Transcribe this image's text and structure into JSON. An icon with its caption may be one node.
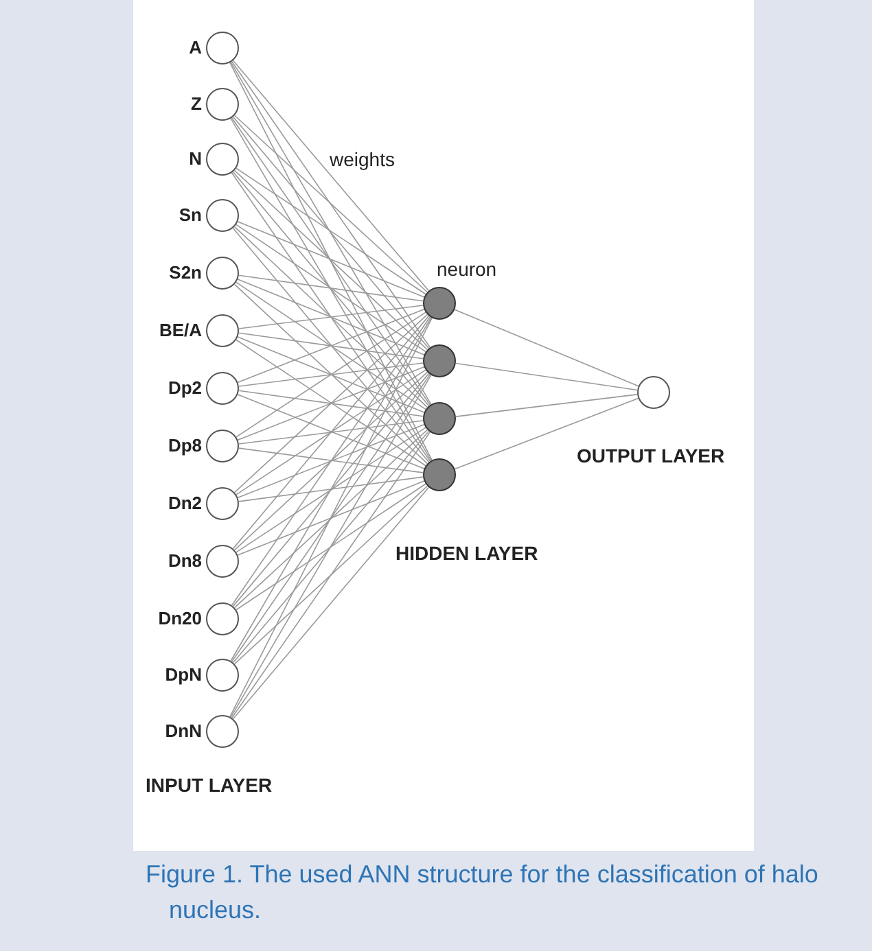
{
  "diagram": {
    "caption": "Figure 1. The used ANN structure for the classification of halo nucleus.",
    "nodes": [
      {
        "text": [
          "A"
        ]
      },
      {
        "text": [
          "Z"
        ]
      },
      {
        "text": [
          "N"
        ]
      },
      {
        "text": [
          "Sn"
        ]
      },
      {
        "text": [
          "S2n"
        ]
      },
      {
        "text": [
          "BE/A"
        ]
      },
      {
        "text": [
          "Dp2"
        ]
      },
      {
        "text": [
          "Dp8"
        ]
      },
      {
        "text": [
          "Dn2"
        ]
      },
      {
        "text": [
          "Dn8"
        ]
      },
      {
        "text": [
          "Dn20"
        ]
      },
      {
        "text": [
          "DpN"
        ]
      },
      {
        "text": [
          "DnN"
        ]
      },
      {
        "text": [],
        "shape": "circle"
      },
      {
        "text": [],
        "shape": "circle"
      },
      {
        "text": [],
        "shape": "circle"
      },
      {
        "text": [],
        "shape": "circle"
      },
      {
        "text": [],
        "shape": "circle"
      }
    ],
    "edges": [
      {
        "from": 0,
        "to": 13,
        "arrow": "none"
      },
      {
        "from": 0,
        "to": 14,
        "arrow": "none"
      },
      {
        "from": 0,
        "to": 15,
        "arrow": "none"
      },
      {
        "from": 0,
        "to": 16,
        "arrow": "none"
      },
      {
        "from": 1,
        "to": 13,
        "arrow": "none"
      },
      {
        "from": 1,
        "to": 14,
        "arrow": "none"
      },
      {
        "from": 1,
        "to": 15,
        "arrow": "none"
      },
      {
        "from": 1,
        "to": 16,
        "arrow": "none"
      },
      {
        "from": 2,
        "to": 13,
        "arrow": "none"
      },
      {
        "from": 2,
        "to": 14,
        "arrow": "none"
      },
      {
        "from": 2,
        "to": 15,
        "arrow": "none"
      },
      {
        "from": 2,
        "to": 16,
        "arrow": "none"
      },
      {
        "from": 3,
        "to": 13,
        "arrow": "none"
      },
      {
        "from": 3,
        "to": 14,
        "arrow": "none"
      },
      {
        "from": 3,
        "to": 15,
        "arrow": "none"
      },
      {
        "from": 3,
        "to": 16,
        "arrow": "none"
      },
      {
        "from": 4,
        "to": 13,
        "arrow": "none"
      },
      {
        "from": 4,
        "to": 14,
        "arrow": "none"
      },
      {
        "from": 4,
        "to": 15,
        "arrow": "none"
      },
      {
        "from": 4,
        "to": 16,
        "arrow": "none"
      },
      {
        "from": 5,
        "to": 13,
        "arrow": "none"
      },
      {
        "from": 5,
        "to": 14,
        "arrow": "none"
      },
      {
        "from": 5,
        "to": 15,
        "arrow": "none"
      },
      {
        "from": 5,
        "to": 16,
        "arrow": "none"
      },
      {
        "from": 6,
        "to": 13,
        "arrow": "none"
      },
      {
        "from": 6,
        "to": 14,
        "arrow": "none"
      },
      {
        "from": 6,
        "to": 15,
        "arrow": "none"
      },
      {
        "from": 6,
        "to": 16,
        "arrow": "none"
      },
      {
        "from": 7,
        "to": 13,
        "arrow": "none"
      },
      {
        "from": 7,
        "to": 14,
        "arrow": "none"
      },
      {
        "from": 7,
        "to": 15,
        "arrow": "none"
      },
      {
        "from": 7,
        "to": 16,
        "arrow": "none"
      },
      {
        "from": 8,
        "to": 13,
        "arrow": "none"
      },
      {
        "from": 8,
        "to": 14,
        "arrow": "none"
      },
      {
        "from": 8,
        "to": 15,
        "arrow": "none"
      },
      {
        "from": 8,
        "to": 16,
        "arrow": "none"
      },
      {
        "from": 9,
        "to": 13,
        "arrow": "none"
      },
      {
        "from": 9,
        "to": 14,
        "arrow": "none"
      },
      {
        "from": 9,
        "to": 15,
        "arrow": "none"
      },
      {
        "from": 9,
        "to": 16,
        "arrow": "none"
      },
      {
        "from": 10,
        "to": 13,
        "arrow": "none"
      },
      {
        "from": 10,
        "to": 14,
        "arrow": "none"
      },
      {
        "from": 10,
        "to": 15,
        "arrow": "none"
      },
      {
        "from": 10,
        "to": 16,
        "arrow": "none"
      },
      {
        "from": 11,
        "to": 13,
        "arrow": "none"
      },
      {
        "from": 11,
        "to": 14,
        "arrow": "none"
      },
      {
        "from": 11,
        "to": 15,
        "arrow": "none"
      },
      {
        "from": 11,
        "to": 16,
        "arrow": "none"
      },
      {
        "from": 12,
        "to": 13,
        "arrow": "none"
      },
      {
        "from": 12,
        "to": 14,
        "arrow": "none"
      },
      {
        "from": 12,
        "to": 15,
        "arrow": "none"
      },
      {
        "from": 12,
        "to": 16,
        "arrow": "none"
      },
      {
        "from": 13,
        "to": 17,
        "arrow": "none"
      },
      {
        "from": 14,
        "to": 17,
        "arrow": "none"
      },
      {
        "from": 15,
        "to": 17,
        "arrow": "none"
      },
      {
        "from": 16,
        "to": 17,
        "arrow": "none"
      }
    ],
    "labels": [
      "weights",
      "neuron",
      "OUTPUT LAYER",
      "HIDDEN LAYER",
      "INPUT LAYER"
    ]
  }
}
